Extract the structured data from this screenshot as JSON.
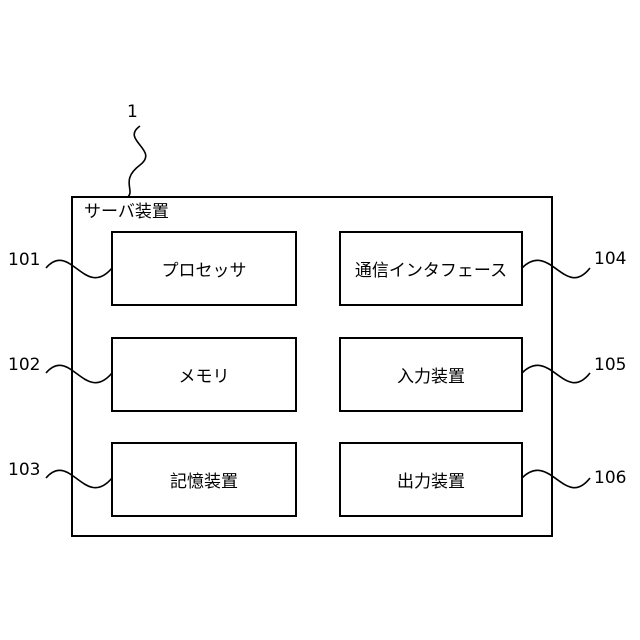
{
  "server": {
    "ref": "1",
    "title": "サーバ装置"
  },
  "components": [
    {
      "ref": "101",
      "label": "プロセッサ"
    },
    {
      "ref": "102",
      "label": "メモリ"
    },
    {
      "ref": "103",
      "label": "記憶装置"
    },
    {
      "ref": "104",
      "label": "通信インタフェース"
    },
    {
      "ref": "105",
      "label": "入力装置"
    },
    {
      "ref": "106",
      "label": "出力装置"
    }
  ]
}
